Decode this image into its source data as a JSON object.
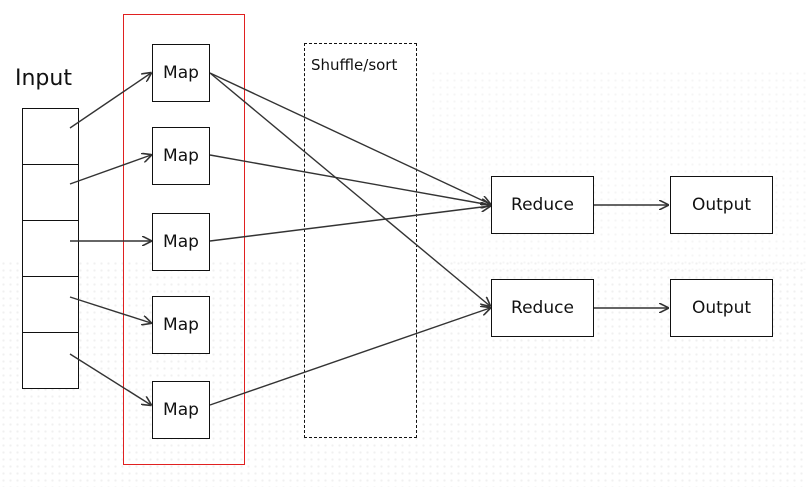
{
  "input": {
    "label": "Input",
    "cell_count": 5
  },
  "maps": [
    {
      "label": "Map"
    },
    {
      "label": "Map"
    },
    {
      "label": "Map"
    },
    {
      "label": "Map"
    },
    {
      "label": "Map"
    }
  ],
  "shuffle": {
    "label": "Shuffle/sort"
  },
  "reducers": [
    {
      "label": "Reduce"
    },
    {
      "label": "Reduce"
    }
  ],
  "outputs": [
    {
      "label": "Output"
    },
    {
      "label": "Output"
    }
  ],
  "colors": {
    "map_group_border": "#e02020",
    "arrow": "#333333",
    "box_border": "#111111"
  }
}
